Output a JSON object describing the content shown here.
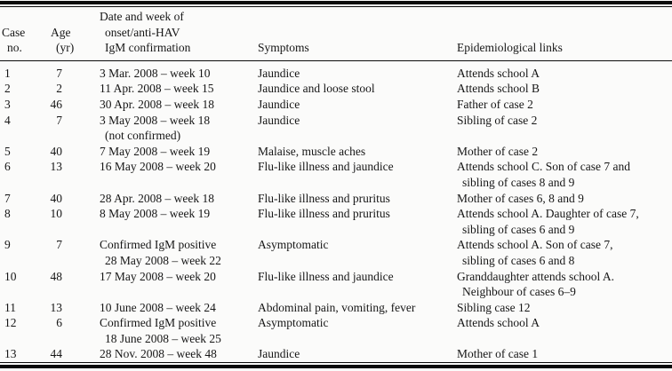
{
  "table": {
    "headers": {
      "case": {
        "lines": [
          "Case",
          "no."
        ]
      },
      "age": {
        "lines": [
          "Age",
          "(yr)"
        ]
      },
      "date": {
        "lines": [
          "Date and week of",
          "onset/anti-HAV",
          "IgM confirmation"
        ]
      },
      "symptoms": {
        "lines": [
          "Symptoms"
        ]
      },
      "links": {
        "lines": [
          "Epidemiological links"
        ]
      }
    },
    "rows": [
      {
        "case": "1",
        "age": "7",
        "date": [
          "3 Mar. 2008 – week 10"
        ],
        "symptoms": "Jaundice",
        "links": [
          "Attends school A"
        ]
      },
      {
        "case": "2",
        "age": "2",
        "date": [
          "11 Apr. 2008 – week 15"
        ],
        "symptoms": "Jaundice and loose stool",
        "links": [
          "Attends school B"
        ]
      },
      {
        "case": "3",
        "age": "46",
        "date": [
          "30 Apr. 2008 – week 18"
        ],
        "symptoms": "Jaundice",
        "links": [
          "Father of case 2"
        ]
      },
      {
        "case": "4",
        "age": "7",
        "date": [
          "3 May 2008 – week 18",
          "(not confirmed)"
        ],
        "symptoms": "Jaundice",
        "links": [
          "Sibling of case 2"
        ]
      },
      {
        "case": "5",
        "age": "40",
        "date": [
          "7 May 2008 – week 19"
        ],
        "symptoms": "Malaise, muscle aches",
        "links": [
          "Mother of case 2"
        ]
      },
      {
        "case": "6",
        "age": "13",
        "date": [
          "16 May 2008 – week 20"
        ],
        "symptoms": "Flu-like illness and jaundice",
        "links": [
          "Attends school C. Son of case 7 and",
          "sibling of cases 8 and 9"
        ]
      },
      {
        "case": "7",
        "age": "40",
        "date": [
          "28 Apr. 2008 – week 18"
        ],
        "symptoms": "Flu-like illness and pruritus",
        "links": [
          "Mother of cases 6, 8 and 9"
        ]
      },
      {
        "case": "8",
        "age": "10",
        "date": [
          "8 May 2008 – week 19"
        ],
        "symptoms": "Flu-like illness and pruritus",
        "links": [
          "Attends school A. Daughter of case 7,",
          "sibling of cases 6 and 9"
        ]
      },
      {
        "case": "9",
        "age": "7",
        "date": [
          "Confirmed IgM positive",
          "28 May 2008 – week 22"
        ],
        "symptoms": "Asymptomatic",
        "links": [
          "Attends school A. Son of case 7,",
          "sibling of cases 6 and 8"
        ]
      },
      {
        "case": "10",
        "age": "48",
        "date": [
          "17 May 2008 – week 20"
        ],
        "symptoms": "Flu-like illness and jaundice",
        "links": [
          "Granddaughter attends school A.",
          "Neighbour of cases 6–9"
        ]
      },
      {
        "case": "11",
        "age": "13",
        "date": [
          "10 June 2008 – week 24"
        ],
        "symptoms": "Abdominal pain, vomiting, fever",
        "links": [
          "Sibling case 12"
        ]
      },
      {
        "case": "12",
        "age": "6",
        "date": [
          "Confirmed IgM positive",
          "18 June 2008 – week 25"
        ],
        "symptoms": "Asymptomatic",
        "links": [
          "Attends school A"
        ]
      },
      {
        "case": "13",
        "age": "44",
        "date": [
          "28 Nov. 2008 – week 48"
        ],
        "symptoms": "Jaundice",
        "links": [
          "Mother of case 1"
        ]
      }
    ]
  }
}
